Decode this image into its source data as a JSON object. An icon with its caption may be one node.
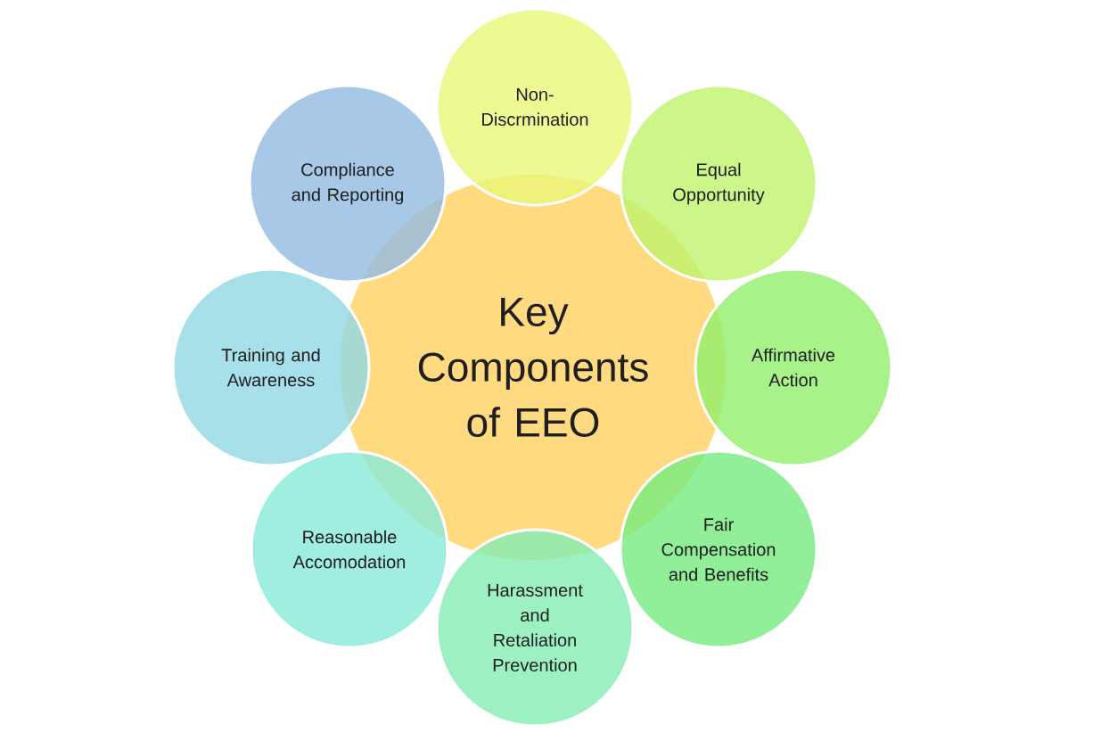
{
  "diagram": {
    "nodes": [
      {
        "text": [
          "Key Components of EEO"
        ]
      },
      {
        "text": [
          "Non-Discrmination"
        ]
      },
      {
        "text": [
          "Equal Opportunity"
        ]
      },
      {
        "text": [
          "Affirmative Action"
        ]
      },
      {
        "text": [
          "Fair Compensation and Benefits"
        ]
      },
      {
        "text": [
          "Harassment and Retaliation Prevention"
        ]
      },
      {
        "text": [
          "Reasonable Accomodation"
        ]
      },
      {
        "text": [
          "Training and Awareness"
        ]
      },
      {
        "text": [
          "Compliance and Reporting"
        ]
      }
    ]
  }
}
